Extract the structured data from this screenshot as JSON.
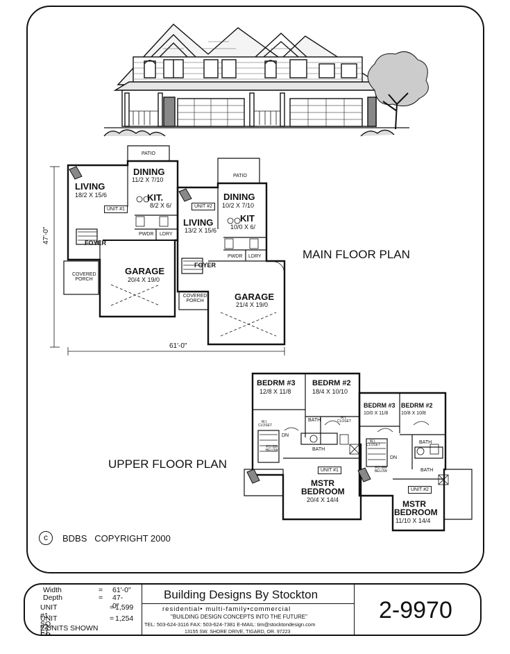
{
  "main_floor": {
    "heading": "MAIN FLOOR PLAN",
    "patio1": "PATIO",
    "patio2": "PATIO",
    "u1_dining": "DINING",
    "u1_dining_dim": "11/2 X 7/10",
    "u1_living": "LIVING",
    "u1_living_dim": "18/2 X 15/6",
    "u1_kit": "KIT.",
    "u1_kit_dim": "8/2 X 6/",
    "u1_unit": "UNIT #1",
    "u1_foyer": "FOYER",
    "u1_pwdr": "PWDR",
    "u1_ldry": "LDRY",
    "u1_garage": "GARAGE",
    "u1_garage_dim": "20/4 X 19/0",
    "u1_porch": "COVERED PORCH",
    "u2_dining": "DINING",
    "u2_dining_dim": "10/2 X 7/10",
    "u2_living": "LIVING",
    "u2_living_dim": "13/2 X 15/6",
    "u2_kit": "KIT",
    "u2_kit_dim": "10/0 X 6/",
    "u2_unit": "UNIT #2",
    "u2_foyer": "FOYER",
    "u2_pwdr": "PWDR",
    "u2_ldry": "LDRY",
    "u2_garage": "GARAGE",
    "u2_garage_dim": "21/4 X 19/0",
    "u2_porch": "COVERED PORCH",
    "depth_dim": "47'-0\"",
    "width_dim": "61'-0\""
  },
  "upper_floor": {
    "heading": "UPPER FLOOR PLAN",
    "bed3_a": "BEDRM #3",
    "bed3_a_dim": "12/8 X 11/8",
    "bed2_a": "BEDRM #2",
    "bed2_a_dim": "18/4 X 10/10",
    "bed3_b": "BEDRM #3",
    "bed3_b_dim": "10/0 X 11/8",
    "bed2_b": "BEDRM #2",
    "bed2_b_dim": "10/8 X 10/8",
    "bath1": "BATH",
    "bath2": "BATH",
    "bath3": "BATH",
    "bath4": "BATH",
    "closet1": "W.I. CLOSET",
    "closet2": "W.I. CLOSET",
    "closet3": "W.I. CLOSET",
    "dn1": "DN",
    "dn2": "DN",
    "foyer_below1": "FOYER BELOW",
    "foyer_below2": "FOYER BELOW",
    "unit1": "UNIT #1",
    "unit2": "UNIT #2",
    "mstr_a_1": "MSTR",
    "mstr_a_2": "BEDROOM",
    "mstr_a_dim": "20/4 X 14/4",
    "mstr_b_1": "MSTR",
    "mstr_b_2": "BEDROOM",
    "mstr_b_dim": "11/10 X 14/4"
  },
  "copyright": {
    "symbol": "c",
    "text": "BDBS   COPYRIGHT 2000"
  },
  "title_block": {
    "specs": [
      {
        "label": "Width",
        "eq": "=",
        "value": "61'-0\""
      },
      {
        "label": "Depth",
        "eq": "=",
        "value": "47-0\""
      },
      {
        "label": "UNIT #1- SQ. FT.",
        "eq": "=",
        "value": "1,599"
      },
      {
        "label": "UNIT #2- SQ. FT.",
        "eq": "=",
        "value": "1,254"
      }
    ],
    "units_shown": "2 UNITS  SHOWN",
    "company": "Building Designs By Stockton",
    "tagline": "residential• multi-family•commercial",
    "slogan": "\"BUILDING DESIGN CONCEPTS INTO THE FUTURE\"",
    "contact": "TEL: 503-624-3116  FAX: 503-624-7381  E-MAIL: tim@stocktondesign.com",
    "address": "13155 SW. SHORE DRIVE, TIGARD, OR.  97223",
    "plan_number": "2-9970"
  }
}
